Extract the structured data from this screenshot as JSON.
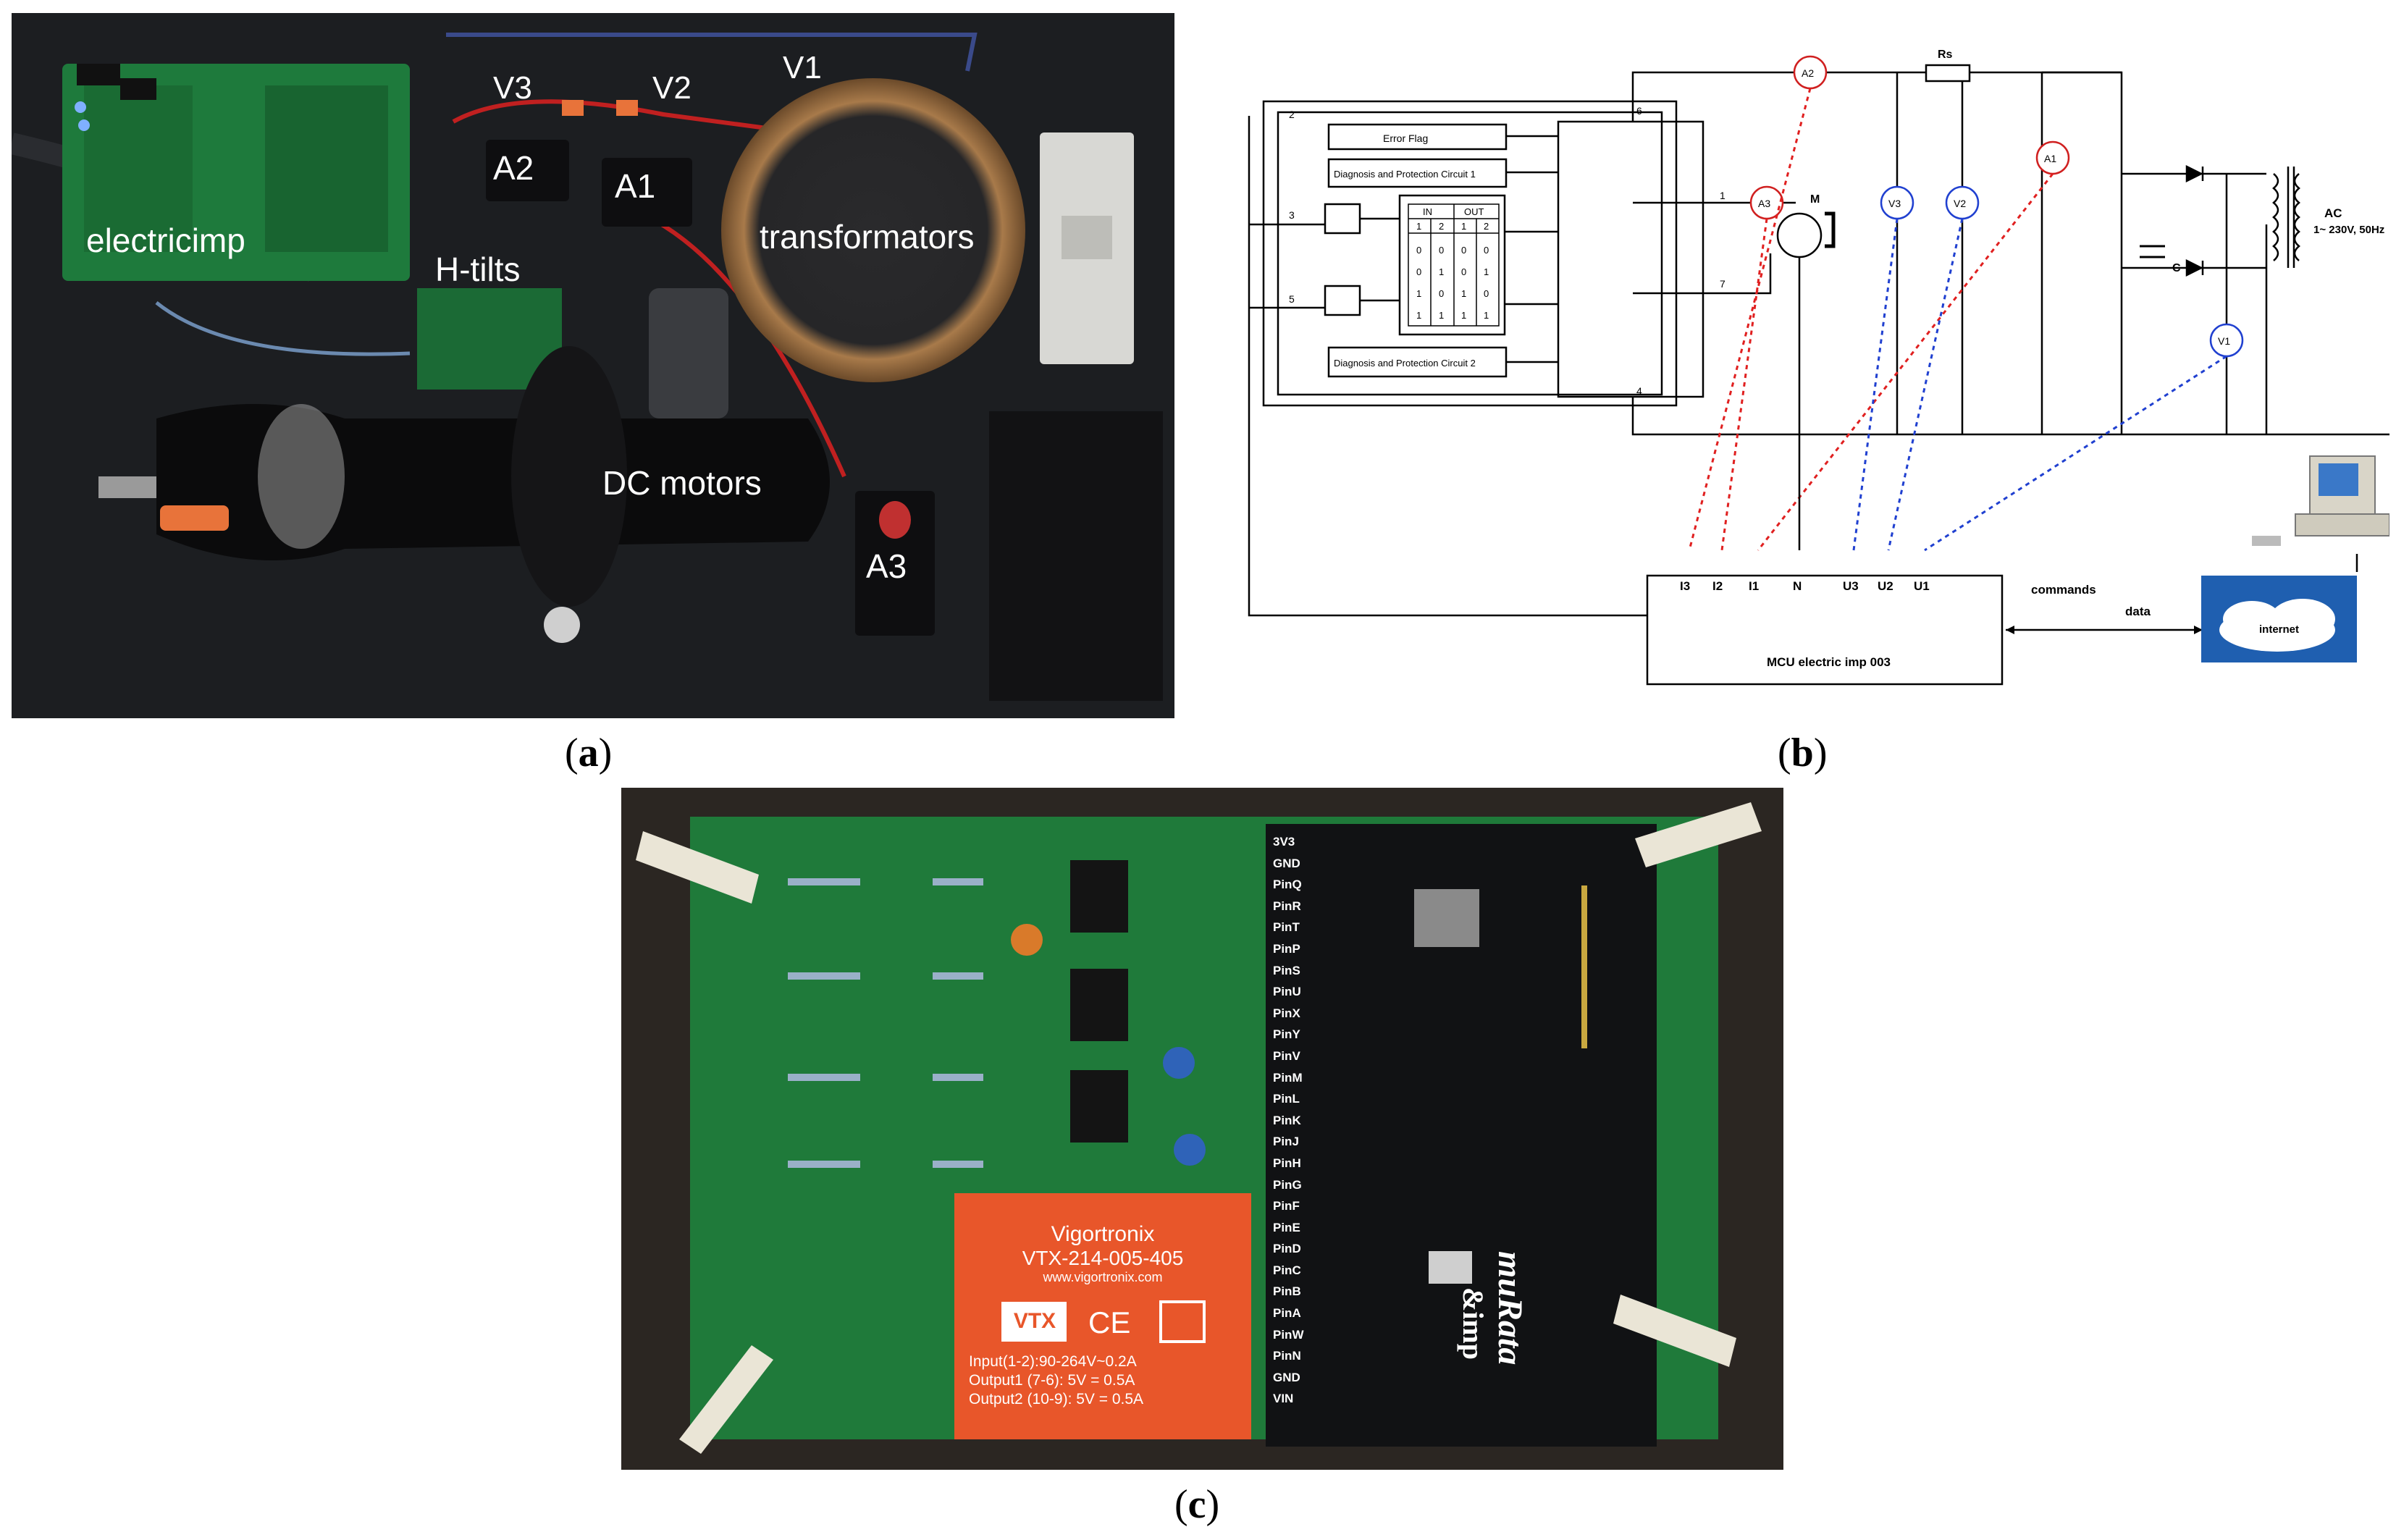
{
  "panel_a": {
    "labels": {
      "v3": "V3",
      "v2": "V2",
      "v1": "V1",
      "a2": "A2",
      "a1": "A1",
      "a3": "A3",
      "electricimp": "electricimp",
      "htilts": "H-tilts",
      "transformators": "transformators",
      "dc_motors": "DC motors"
    },
    "caption": "a"
  },
  "panel_b": {
    "error_flag": "Error Flag",
    "diag1": "Diagnosis and Protection Circuit 1",
    "diag2": "Diagnosis and Protection Circuit 2",
    "table": {
      "in": "IN",
      "out": "OUT",
      "head": [
        "1",
        "2",
        "1",
        "2"
      ],
      "rows": [
        [
          "0",
          "0",
          "0",
          "0"
        ],
        [
          "0",
          "1",
          "0",
          "1"
        ],
        [
          "1",
          "0",
          "1",
          "0"
        ],
        [
          "1",
          "1",
          "1",
          "1"
        ]
      ]
    },
    "pins": {
      "p2": "2",
      "p3": "3",
      "p5": "5",
      "p6": "6",
      "p1": "1",
      "p7": "7",
      "p4": "4"
    },
    "meters": {
      "a2": "A2",
      "a3": "A3",
      "v3": "V3",
      "v2": "V2",
      "a1": "A1",
      "v1": "V1"
    },
    "m": "M",
    "rs": "Rs",
    "c": "C",
    "ac": "AC",
    "ac_spec": "1~ 230V, 50Hz",
    "mcu_inputs": [
      "I3",
      "I2",
      "I1",
      "N",
      "U3",
      "U2",
      "U1"
    ],
    "mcu": "MCU electric imp 003",
    "commands": "commands",
    "data": "data",
    "internet": "internet",
    "caption": "b"
  },
  "panel_c": {
    "pins": [
      "3V3",
      "GND",
      "PinQ",
      "PinR",
      "PinT",
      "PinP",
      "PinS",
      "PinU",
      "PinX",
      "PinY",
      "PinV",
      "PinM",
      "PinL",
      "PinK",
      "PinJ",
      "PinH",
      "PinG",
      "PinF",
      "PinE",
      "PinD",
      "PinC",
      "PinB",
      "PinA",
      "PinW",
      "PinN",
      "GND",
      "VIN"
    ],
    "module": {
      "brand": "Vigortronix",
      "model": "VTX-214-005-405",
      "url": "www.vigortronix.com",
      "logo": "VTX",
      "ce": "CE",
      "input": "Input(1-2):90-264V~0.2A",
      "output1": "Output1 (7-6): 5V = 0.5A",
      "output2": "Output2 (10-9): 5V = 0.5A"
    },
    "murata": "muRata",
    "imp": "&imp",
    "caption": "c"
  },
  "colors": {
    "pcb_green": "#1f7a3a",
    "photo_dark": "#1b1d1f",
    "module_orange": "#e8562a",
    "red_link": "#e02020",
    "blue_link": "#2040d0"
  }
}
